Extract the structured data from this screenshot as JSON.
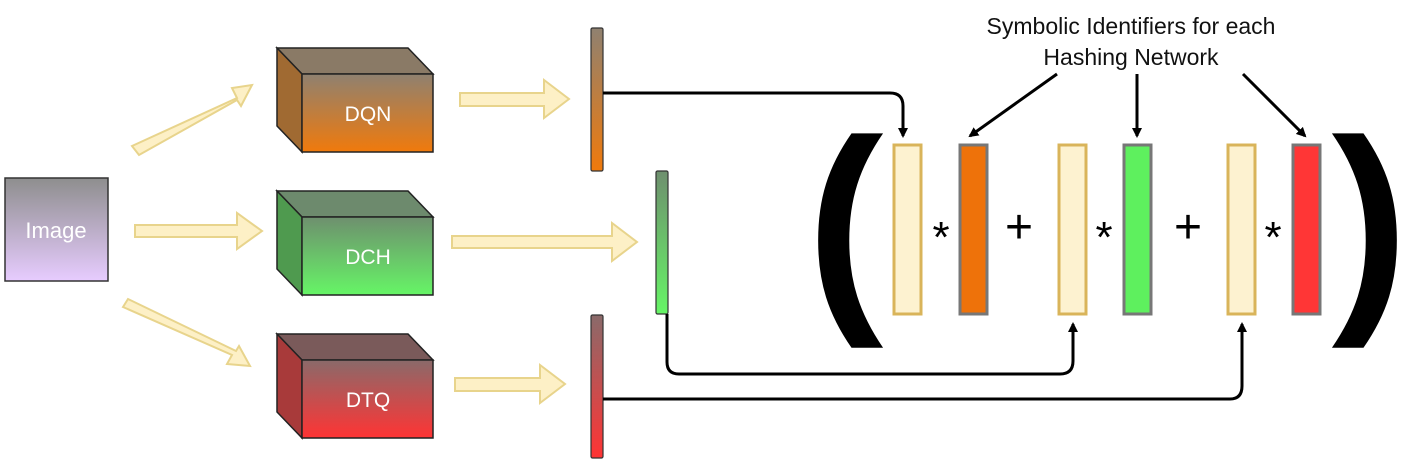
{
  "input": {
    "label": "Image"
  },
  "networks": [
    {
      "label": "DQN",
      "color": "#ee7a0e"
    },
    {
      "label": "DCH",
      "color": "#66f066"
    },
    {
      "label": "DTQ",
      "color": "#ff3b3b"
    }
  ],
  "annotation": {
    "line1": "Symbolic Identifiers for each",
    "line2": "Hashing Network"
  },
  "formula": {
    "open_paren": "(",
    "close_paren": ")",
    "multiply": "*",
    "plus": "+"
  },
  "colors": {
    "arrow_fill": "#fdf0c6",
    "arrow_stroke": "#e8d48c",
    "code_fill": "#fdf2d0",
    "code_stroke": "#d9b45a",
    "identifier_stroke": "#777777",
    "image_top": "#8d8d8d",
    "image_bottom": "#e6ccff"
  }
}
